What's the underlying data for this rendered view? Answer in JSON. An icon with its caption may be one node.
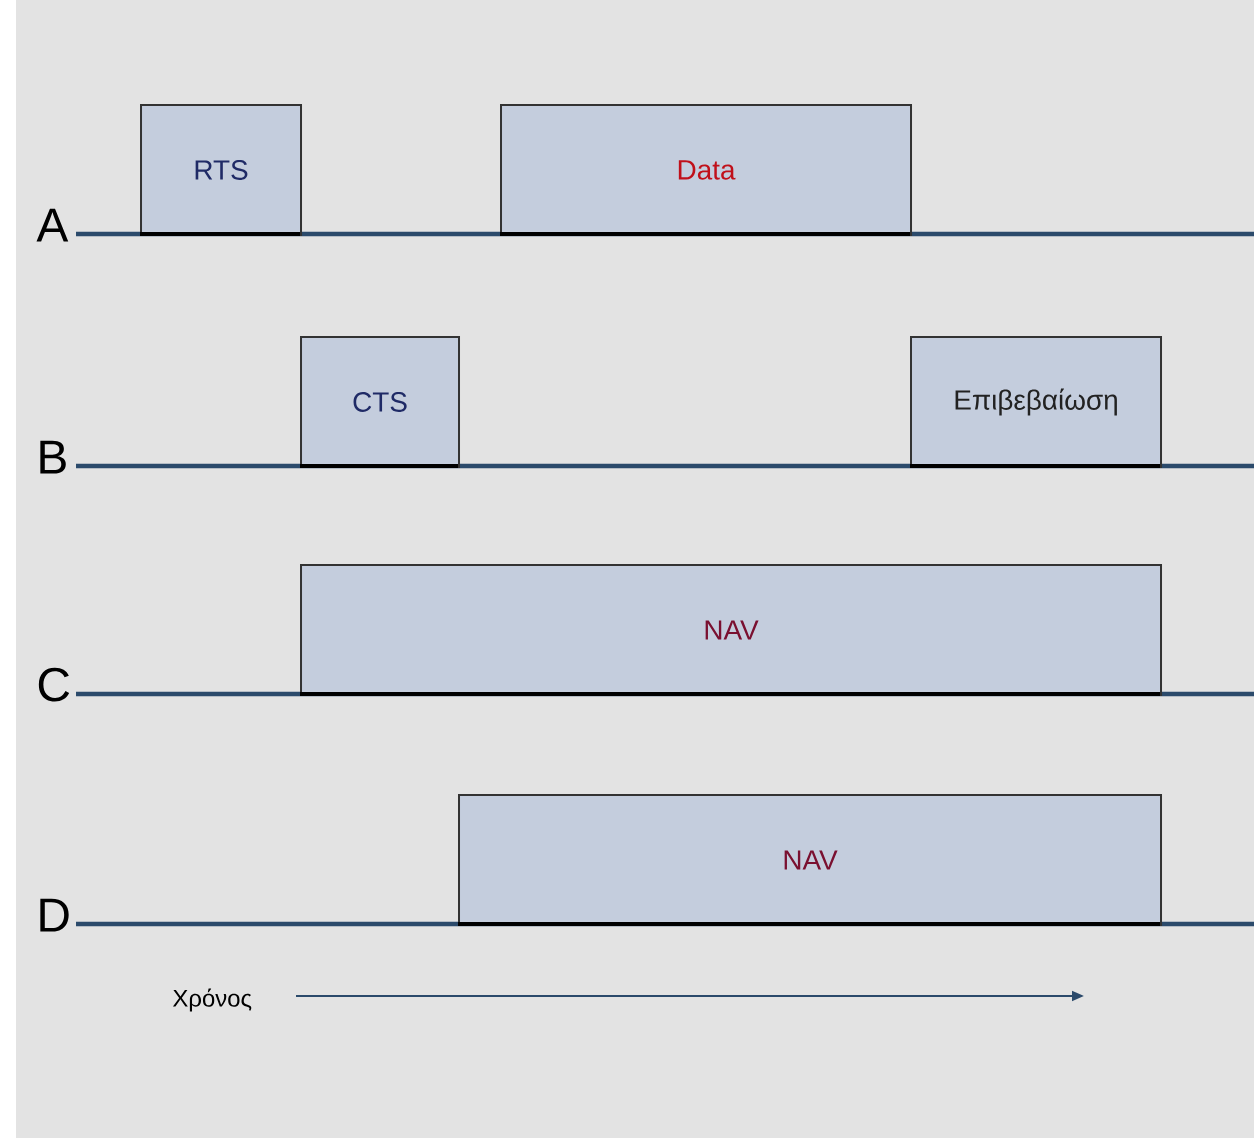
{
  "diagram": {
    "nodes": [
      {
        "text": [
          "RTS"
        ]
      },
      {
        "text": [
          "Data"
        ]
      },
      {
        "text": [
          "CTS"
        ]
      },
      {
        "text": [
          "Επιβεβαίωση"
        ]
      },
      {
        "text": [
          "NAV"
        ]
      },
      {
        "text": [
          "NAV"
        ]
      }
    ],
    "labels": [
      "A",
      "B",
      "C",
      "D",
      "Χρόνος"
    ]
  }
}
